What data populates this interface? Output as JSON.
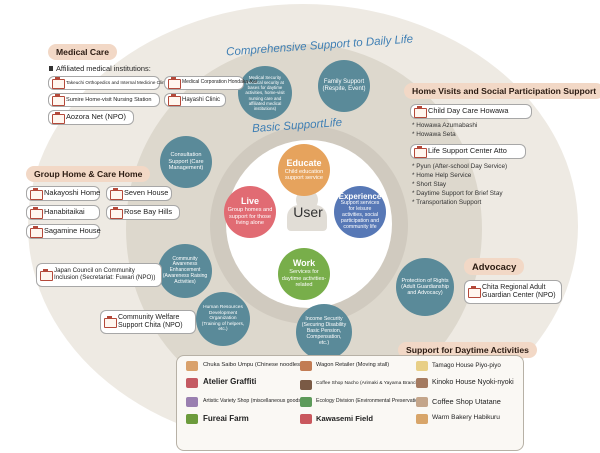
{
  "outer_title": "Comprehensive Support to Daily Life",
  "basic_title": "Basic SupportLife",
  "center_label": "User",
  "core": {
    "educate": {
      "title": "Educate",
      "sub": "Child education support service"
    },
    "experience": {
      "title": "Experience",
      "sub": "Support services for leisure activities, social participation and community life"
    },
    "live": {
      "title": "Live",
      "sub": "Group homes and support for those living alone"
    },
    "work": {
      "title": "Work",
      "sub": "Services for daytime activities-related"
    }
  },
  "ring_nodes": {
    "medical_security": "Medical Security (Medical security at bases for daytime activities, home-visit nursing care and affiliated medical institutions)",
    "family_support": "Family Support (Respite, Event)",
    "consultation_support": "Consultation Support (Care Management)",
    "community_awareness": "Community Awareness Enhancement (Awareness Raising Activities)",
    "human_resources": "Human Resources Development Organization (Training of helpers, etc.)",
    "income_security": "Income Security (Securing Disability Basic Pension, Compensation, etc.)",
    "protection_rights": "Protection of Rights (Adult Guardianship and Advocacy)"
  },
  "medical_care": {
    "title": "Medical Care",
    "subtitle": "Affiliated medical institutions:",
    "items": [
      "Takeuchi Orthopedics and Internal Medicine Clinic",
      "Medical Corporation Hondaka-Kai",
      "Sumire Home-visit Nursing Station",
      "Hayashi Clinic",
      "Aozora Net (NPO)"
    ]
  },
  "group_home": {
    "title": "Group Home & Care Home",
    "items": [
      "Nakayoshi Home",
      "Seven House",
      "Hanabitaikai",
      "Rose Bay Hills",
      "Sagamine House"
    ]
  },
  "home_visits": {
    "title": "Home Visits and Social Participation Support",
    "child_day_care": "Child Day Care Howawa",
    "child_day_care_list": [
      "* Howawa Azumabashi",
      "* Howawa Seta"
    ],
    "life_support": "Life Support Center Atto",
    "life_support_list": [
      "* Pyun (After-school Day Service)",
      "* Home Help Service",
      "* Short Stay",
      "* Daytime Support for Brief Stay",
      "* Transportation Support"
    ]
  },
  "japan_council": "Japan Council on Community Inclusion (Secretariat: Fuwari (NPO))",
  "community_welfare": "Community Welfare Support Chita (NPO)",
  "advocacy": {
    "title": "Advocacy",
    "item": "Chita Regional Adult Guardian Center (NPO)"
  },
  "daytime": {
    "title": "Support for Daytime Activities",
    "items": [
      "Chuka Saibo Umpu (Chinese noodles)",
      "Atelier Graffiti",
      "Artistic Variety Shop (miscellaneous goods)",
      "Fureai Farm",
      "Wagon Retailer (Moving stall)",
      "Coffee Shop Nacho (Arimaki & Yayama Branches)",
      "Ecology Division (Environmental Preservation)",
      "Kawasemi Field",
      "Tamago House Piyo-piyo",
      "Kinoko House Nyoki-nyoki",
      "Coffee Shop Utatane",
      "Warm Bakery Habikuru"
    ]
  }
}
